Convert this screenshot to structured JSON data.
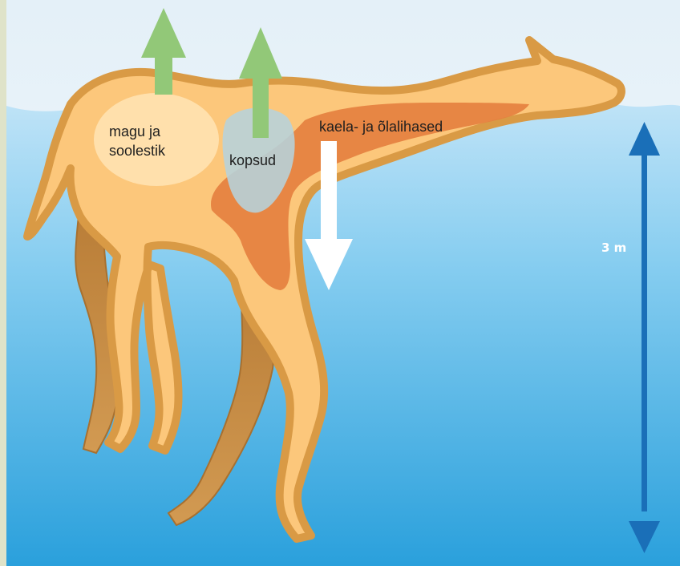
{
  "labels": {
    "stomach_line1": "magu ja",
    "stomach_line2": "soolestik",
    "lungs": "kopsud",
    "muscles": "kaela- ja õlalihased",
    "depth": "3 m"
  },
  "colors": {
    "water_top": "#cfeaf9",
    "water_bottom": "#27a0dc",
    "body_outer": "#d99a45",
    "body_inner": "#fcc77b",
    "legs_back": "#c88a3f",
    "muscle": "#e5803f",
    "stomach": "#ffe2b0",
    "lungs": "#b6d3dc",
    "buoyancy_arrow": "#92c878",
    "weight_arrow": "#ffffff",
    "depth_arrow": "#1a6fb8"
  },
  "icons": {
    "buoyancy": "arrow-up-icon",
    "weight": "arrow-down-icon",
    "depth": "double-arrow-vertical-icon"
  }
}
